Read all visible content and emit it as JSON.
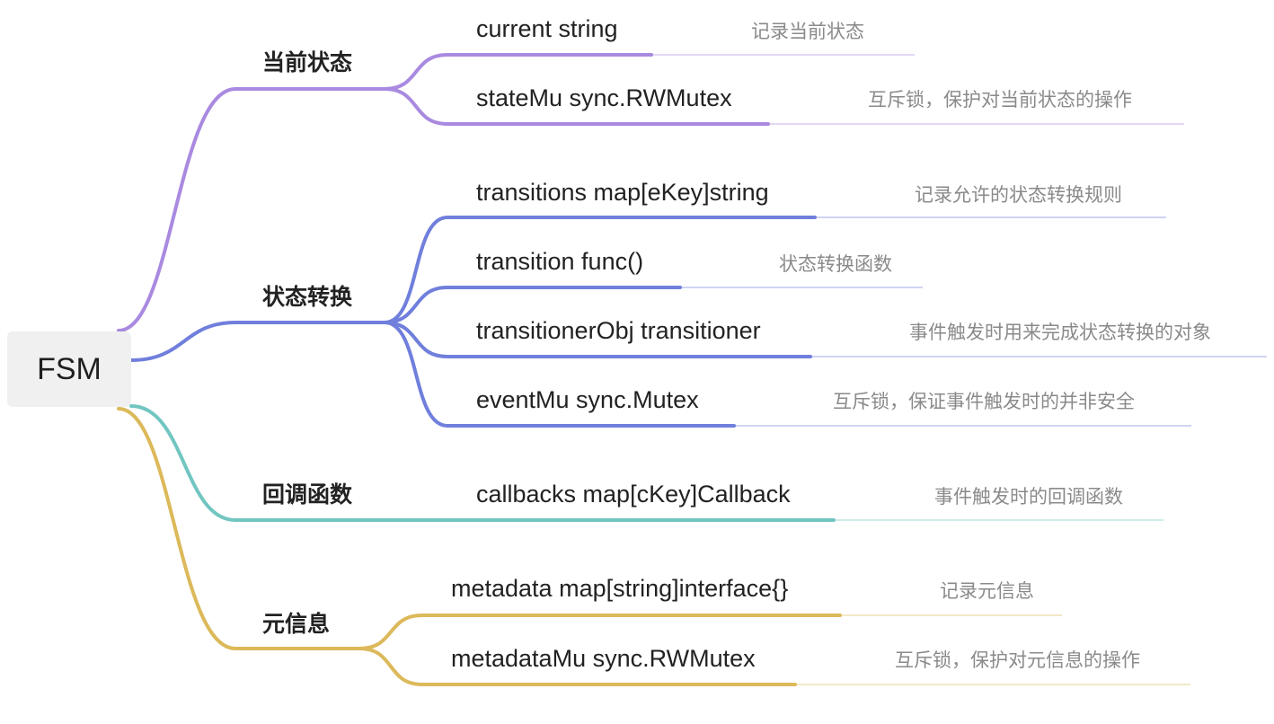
{
  "root": {
    "label": "FSM"
  },
  "colors": {
    "purple": "#a98ae0",
    "blue": "#707fdc",
    "teal": "#72c6c1",
    "gold": "#dcb95a",
    "note_text": "#8a8a8a",
    "root_bg": "#eff0ef"
  },
  "branches": [
    {
      "label": "当前状态",
      "color": "#a98ae0",
      "items": [
        {
          "label": "current string",
          "note": "记录当前状态"
        },
        {
          "label": "stateMu sync.RWMutex",
          "note": "互斥锁，保护对当前状态的操作"
        }
      ]
    },
    {
      "label": "状态转换",
      "color": "#707fdc",
      "items": [
        {
          "label": "transitions map[eKey]string",
          "note": "记录允许的状态转换规则"
        },
        {
          "label": "transition func()",
          "note": "状态转换函数"
        },
        {
          "label": "transitionerObj transitioner",
          "note": "事件触发时用来完成状态转换的对象"
        },
        {
          "label": "eventMu sync.Mutex",
          "note": "互斥锁，保证事件触发时的并非安全"
        }
      ]
    },
    {
      "label": "回调函数",
      "color": "#72c6c1",
      "items": [
        {
          "label": "callbacks map[cKey]Callback",
          "note": "事件触发时的回调函数"
        }
      ]
    },
    {
      "label": "元信息",
      "color": "#dcb95a",
      "items": [
        {
          "label": "metadata map[string]interface{}",
          "note": "记录元信息"
        },
        {
          "label": "metadataMu sync.RWMutex",
          "note": "互斥锁，保护对元信息的操作"
        }
      ]
    }
  ]
}
